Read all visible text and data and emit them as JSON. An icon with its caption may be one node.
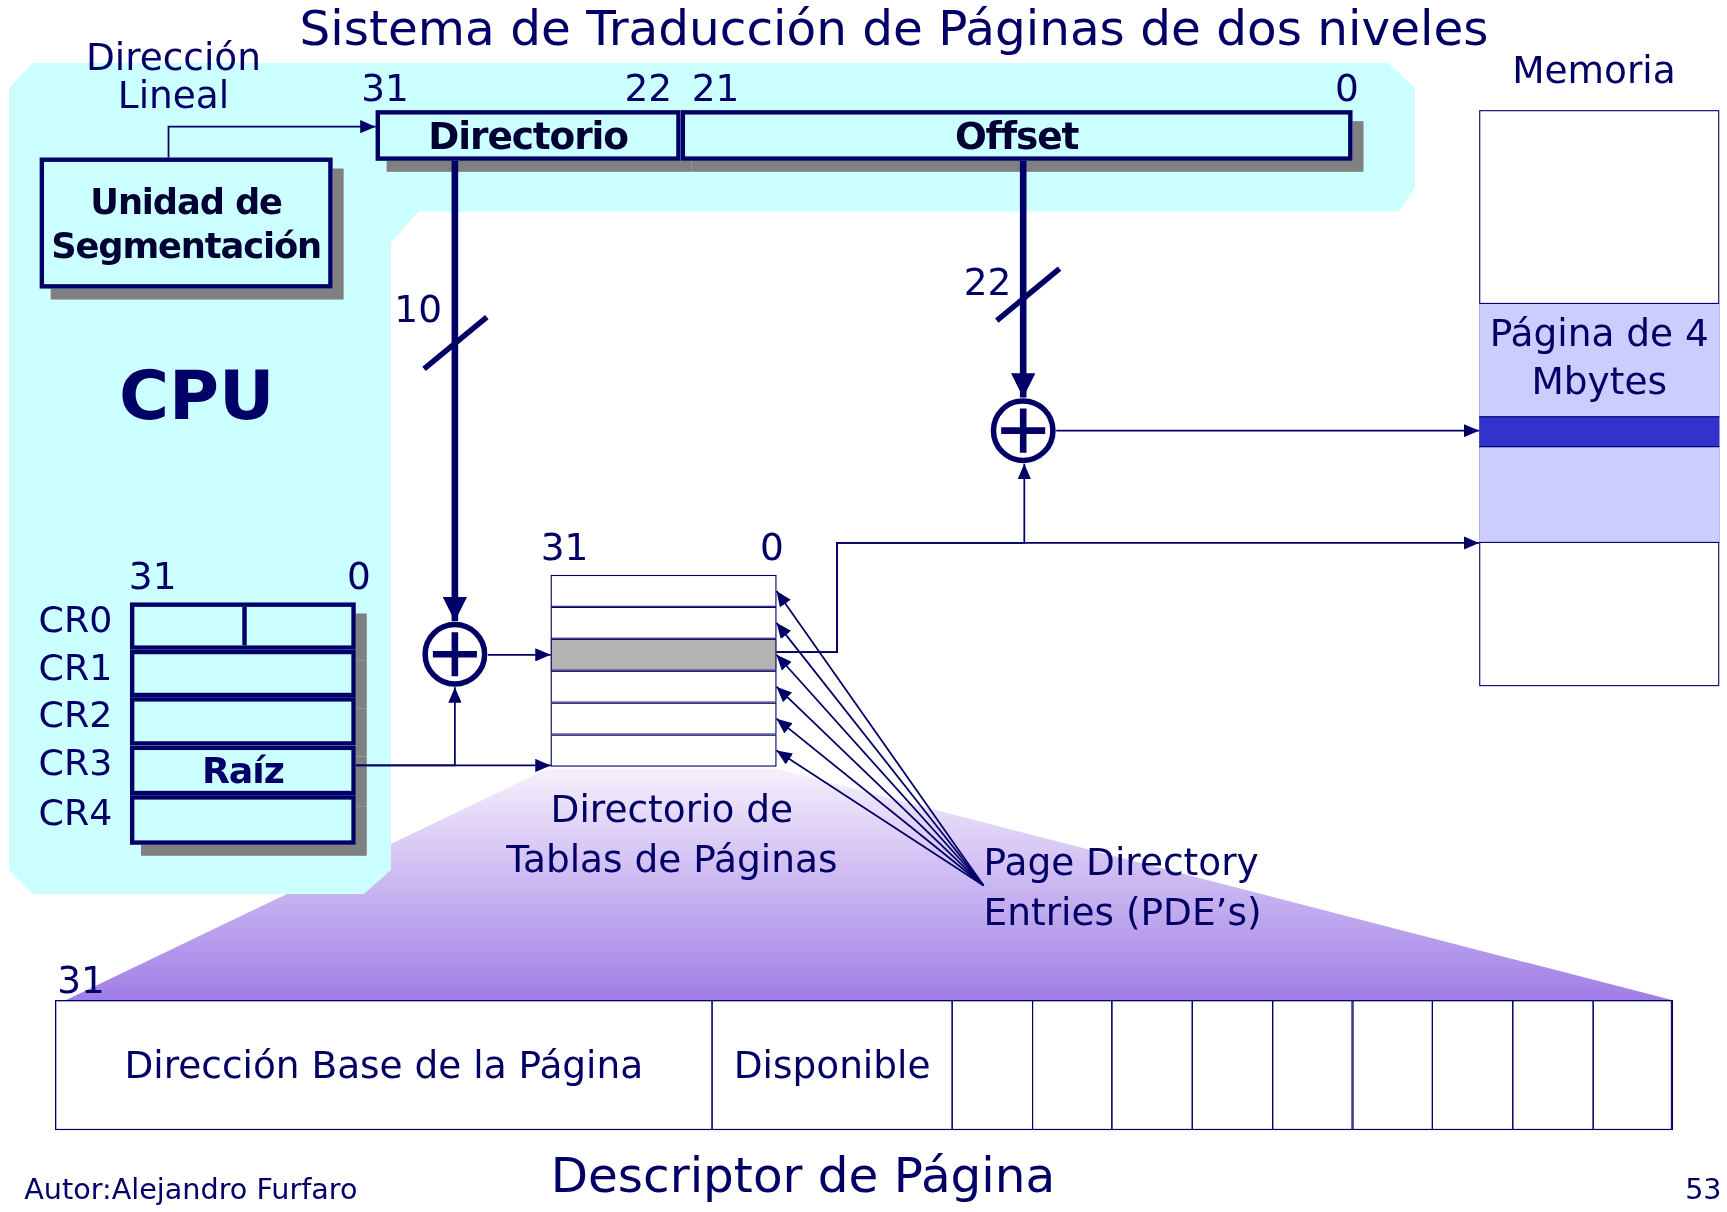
{
  "diagram": {
    "title": "Sistema de Traducción de Páginas de dos niveles",
    "nodes": [
      {
        "text": [
          "CPU"
        ]
      },
      {
        "text": [
          "Unidad de Segmentación"
        ],
        "in": 0
      },
      {
        "text": [
          "Directorio"
        ],
        "in": 0
      },
      {
        "text": [
          "Offset"
        ],
        "in": 0
      },
      {
        "text": [
          "CR0"
        ],
        "in": 0
      },
      {
        "text": [
          "CR1"
        ],
        "in": 0
      },
      {
        "text": [
          "CR2"
        ],
        "in": 0
      },
      {
        "text": [
          "CR3",
          "Raíz"
        ],
        "in": 0
      },
      {
        "text": [
          "CR4"
        ],
        "in": 0
      },
      {
        "text": [],
        "shape": "circle"
      },
      {
        "text": [
          "Directorio de Tablas de Páginas"
        ]
      },
      {
        "text": [],
        "shape": "bar",
        "in": 10
      },
      {
        "text": [],
        "shape": "bar",
        "in": 10
      },
      {
        "text": [],
        "shape": "bar",
        "in": 10
      },
      {
        "text": [],
        "shape": "bar",
        "in": 10
      },
      {
        "text": [],
        "shape": "bar",
        "in": 10
      },
      {
        "text": [],
        "shape": "bar",
        "in": 10
      },
      {
        "text": [],
        "shape": "circle"
      },
      {
        "text": [
          "Memoria"
        ]
      },
      {
        "text": [
          "Página de 4 Mbytes"
        ],
        "in": 18
      },
      {
        "text": [],
        "shape": "bar",
        "in": 19
      },
      {
        "text": [
          "Page Directory Entries (PDE’s)"
        ]
      },
      {
        "text": [
          "Descriptor de Página"
        ],
        "beside": [
          "31"
        ]
      },
      {
        "text": [
          "Dirección Base de la Página"
        ],
        "in": 22
      },
      {
        "text": [
          "Disponible"
        ],
        "in": 22
      },
      {
        "text": [],
        "shape": "box",
        "in": 22
      },
      {
        "text": [],
        "shape": "box",
        "in": 22
      },
      {
        "text": [],
        "shape": "box",
        "in": 22
      },
      {
        "text": [],
        "shape": "box",
        "in": 22
      },
      {
        "text": [],
        "shape": "box",
        "in": 22
      },
      {
        "text": [],
        "shape": "box",
        "in": 22
      },
      {
        "text": [],
        "shape": "box",
        "in": 22
      },
      {
        "text": [],
        "shape": "box",
        "in": 22
      },
      {
        "text": [],
        "shape": "box",
        "in": 22
      }
    ],
    "edges": [
      {
        "from": 1,
        "to": 2,
        "arrow": "to"
      },
      {
        "from": 2,
        "to": 9,
        "arrow": "to",
        "label": "10",
        "style": "thick"
      },
      {
        "from": 3,
        "to": 17,
        "arrow": "to",
        "label": "22",
        "style": "thick"
      },
      {
        "from": 7,
        "to": 9,
        "arrow": "to"
      },
      {
        "from": 7,
        "to": 10,
        "arrow": "to"
      },
      {
        "from": 9,
        "to": 13,
        "arrow": "to"
      },
      {
        "from": 13,
        "to": 17,
        "arrow": "to"
      },
      {
        "from": 13,
        "to": 19,
        "arrow": "to"
      },
      {
        "from": 17,
        "to": 20,
        "arrow": "to"
      },
      {
        "from": 21,
        "to": 11,
        "arrow": "to"
      },
      {
        "from": 21,
        "to": 12,
        "arrow": "to"
      },
      {
        "from": 21,
        "to": 13,
        "arrow": "to"
      },
      {
        "from": 21,
        "to": 14,
        "arrow": "to"
      },
      {
        "from": 21,
        "to": 15,
        "arrow": "to"
      },
      {
        "from": 21,
        "to": 16,
        "arrow": "to"
      }
    ],
    "labels": [
      "Dirección Lineal",
      "31",
      "22",
      "21",
      "0",
      "31",
      "0",
      "31",
      "0",
      "Autor:Alejandro Furfaro",
      "53"
    ]
  }
}
